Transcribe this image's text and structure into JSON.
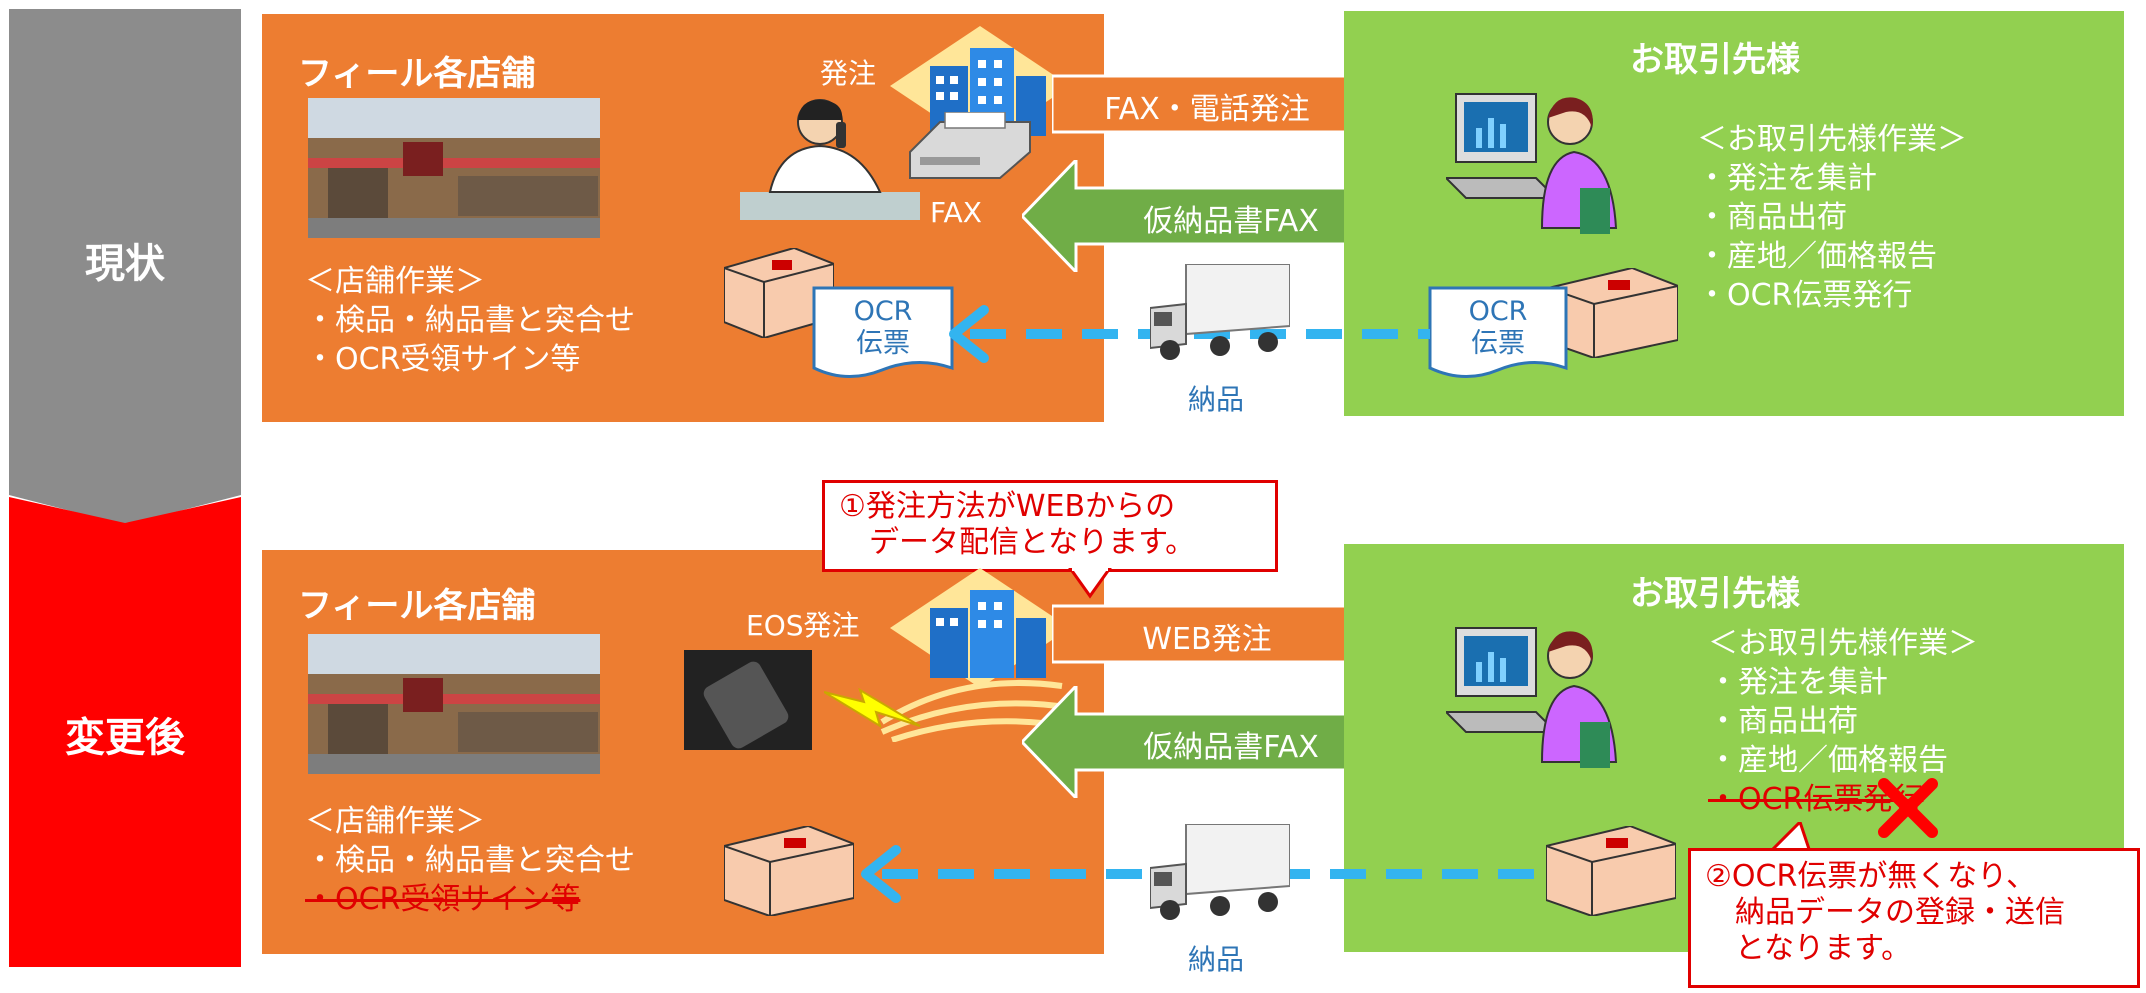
{
  "colors": {
    "gray": "#8C8C8C",
    "red": "#FF0000",
    "orange": "#ED7D31",
    "green": "#92D050",
    "dark_green_arrow": "#70AD47",
    "blue_dash": "#33B4F0",
    "callout_red": "#E00000"
  },
  "sections": {
    "current": {
      "label": "現状"
    },
    "after": {
      "label": "変更後"
    }
  },
  "current": {
    "store": {
      "title": "フィール各店舗",
      "tasks": [
        "＜店舗作業＞",
        "・検品・納品書と突合せ",
        "・OCR受領サイン等"
      ]
    },
    "order_label": "発注",
    "fax_label": "FAX",
    "arrow_order": "FAX・電話発注",
    "arrow_fax": "仮納品書FAX",
    "partner": {
      "title": "お取引先様",
      "tasks": [
        "＜お取引先様作業＞",
        "・発注を集計",
        "・商品出荷",
        "・産地／価格報告",
        "・OCR伝票発行"
      ]
    },
    "ocr_doc_left": [
      "OCR",
      "伝票"
    ],
    "ocr_doc_right": [
      "OCR",
      "伝票"
    ],
    "delivery_label": "納品"
  },
  "after": {
    "callout1": [
      "①発注方法がWEBからの",
      "　データ配信となります。"
    ],
    "store": {
      "title": "フィール各店舗",
      "tasks": [
        "＜店舗作業＞",
        "・検品・納品書と突合せ"
      ],
      "struck_task": "・OCR受領サイン等"
    },
    "order_label": "EOS発注",
    "arrow_order": "WEB発注",
    "arrow_fax": "仮納品書FAX",
    "partner": {
      "title": "お取引先様",
      "tasks": [
        "＜お取引先様作業＞",
        "・発注を集計",
        "・商品出荷",
        "・産地／価格報告"
      ],
      "struck_task": "・OCR伝票発行"
    },
    "callout2": [
      "②OCR伝票が無くなり、",
      "　納品データの登録・送信",
      "　となります。"
    ],
    "delivery_label": "納品"
  }
}
